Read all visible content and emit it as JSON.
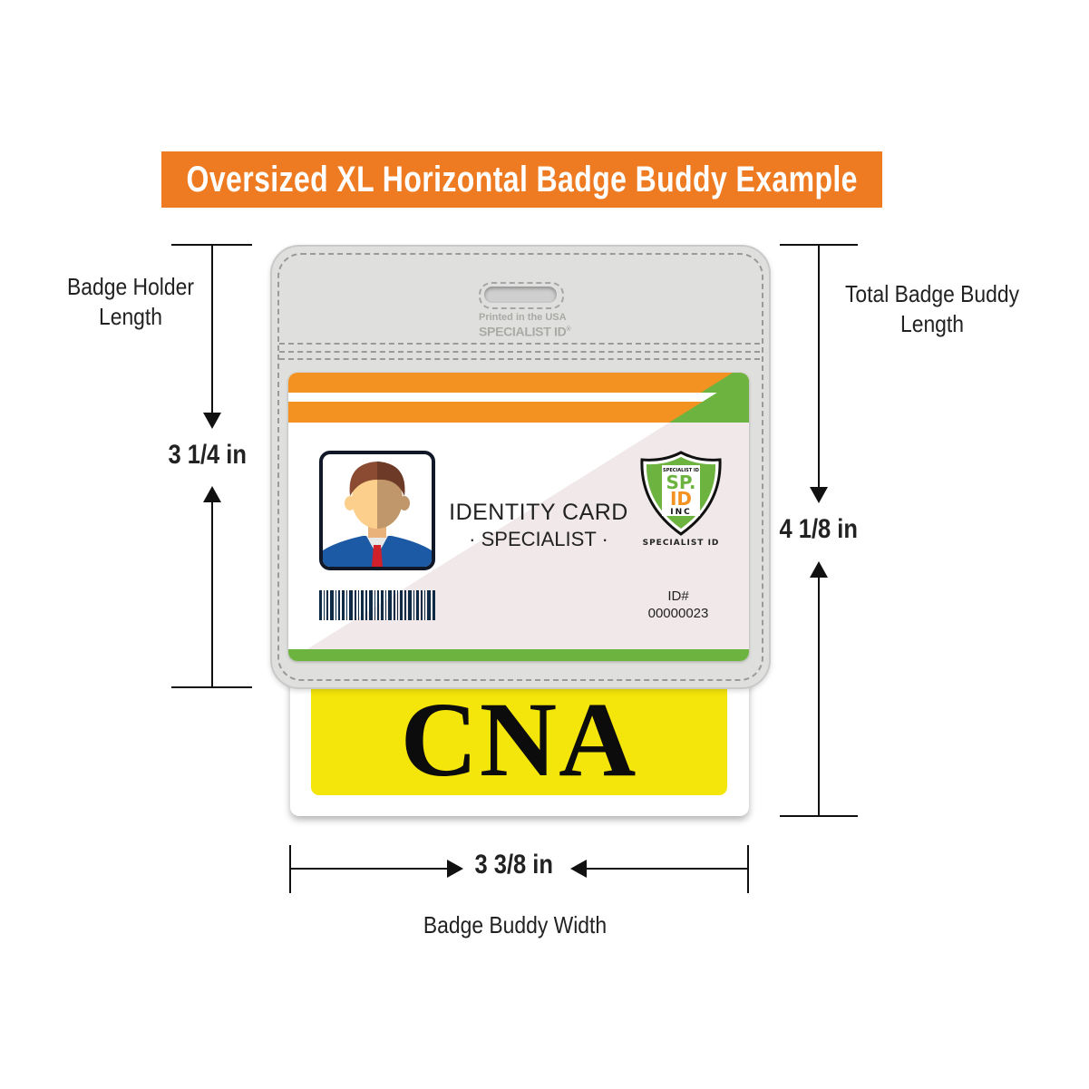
{
  "title": "Oversized XL Horizontal Badge Buddy Example",
  "dimensions": {
    "holder_length": {
      "label_line1": "Badge Holder",
      "label_line2": "Length",
      "value": "3 1/4 in"
    },
    "total_length": {
      "label_line1": "Total Badge Buddy",
      "label_line2": "Length",
      "value": "4 1/8 in"
    },
    "width": {
      "label": "Badge Buddy Width",
      "value": "3 3/8 in"
    }
  },
  "holder": {
    "printed_line1": "Printed in the USA",
    "printed_line2": "SPECIALIST ID",
    "registered": "®"
  },
  "card": {
    "title": "IDENTITY CARD",
    "subtitle": "· SPECIALIST ·",
    "logo_top": "SPECIALIST ID",
    "logo_sp": "SP.",
    "logo_id": "ID",
    "logo_inc": "INC",
    "logo_brand": "SPECIALIST ID",
    "id_label": "ID#",
    "id_number": "00000023"
  },
  "buddy": {
    "text": "CNA"
  },
  "colors": {
    "title_bg": "#ee7b22",
    "card_orange": "#f39220",
    "card_green": "#6db33f",
    "buddy_yellow": "#f4e50a"
  }
}
